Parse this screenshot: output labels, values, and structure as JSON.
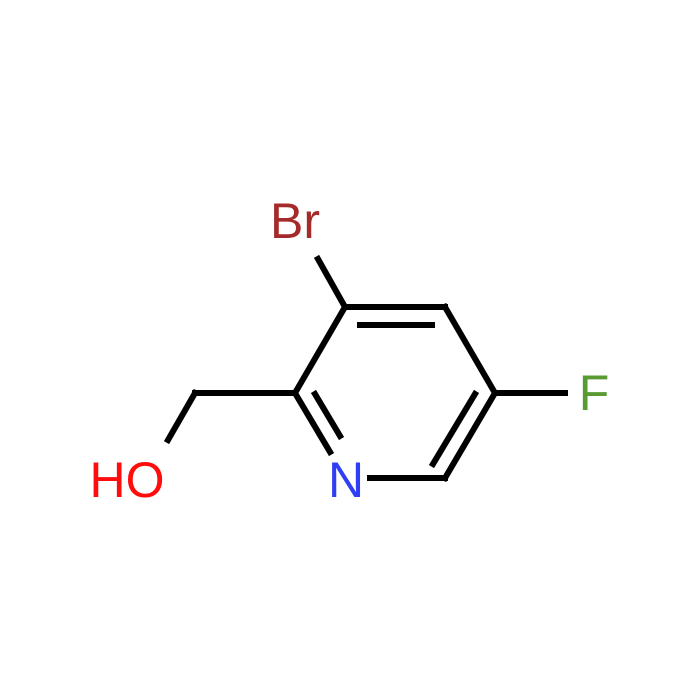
{
  "molecule": {
    "atoms": {
      "br": {
        "label": "Br",
        "color": "#a52a2a"
      },
      "f": {
        "label": "F",
        "color": "#5a9a32"
      },
      "n": {
        "label": "N",
        "color": "#2f3ff5"
      },
      "oh": {
        "label": "HO",
        "color": "#ff0d0d"
      }
    },
    "bond_color": "#000000"
  }
}
